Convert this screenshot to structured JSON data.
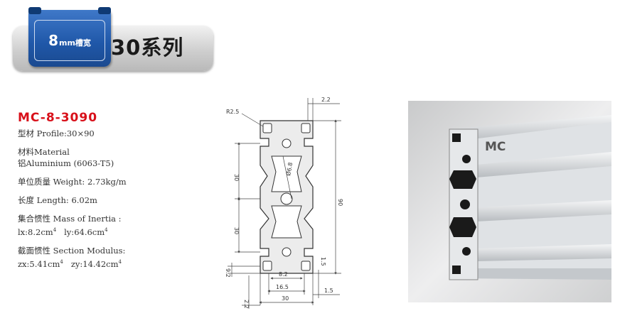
{
  "banner": {
    "slot_number": "8",
    "slot_unit": "mm槽宽",
    "series_title": "30系列"
  },
  "product": {
    "model": "MC-8-3090",
    "profile_label": "型材 Profile:",
    "profile_value": "30×90",
    "material_label_cn": "材料Material",
    "material_value": "铝Aluminium (6063-T5)",
    "weight_label": "单位质量 Weight:",
    "weight_value": "2.73kg/m",
    "length_label": "长度 Length:",
    "length_value": "6.02m",
    "inertia_label": "集合惯性 Mass of Inertia :",
    "inertia_lx_label": "lx:",
    "inertia_lx_value": "8.2cm",
    "inertia_ly_label": "ly:",
    "inertia_ly_value": "64.6cm",
    "section_label": "截面惯性 Section Modulus:",
    "section_zx_label": "zx:",
    "section_zx_value": "5.41cm",
    "section_zy_label": "zy:",
    "section_zy_value": "14.42cm",
    "exponent": "4"
  },
  "drawing": {
    "dim_top_slot": "2.2",
    "dim_radius": "R2.5",
    "dim_hole": "Ø6.8",
    "dim_pitch_1": "30",
    "dim_pitch_2": "30",
    "dim_height": "90",
    "dim_lip": "1.5",
    "dim_bottom_depth": "9.2",
    "dim_slot_width": "8.2",
    "dim_slot_inner": "16.5",
    "dim_width": "30",
    "dim_wall": "1.5",
    "dim_bottom_wall": "2.2"
  },
  "photo": {
    "brand_mark": "MC"
  },
  "colors": {
    "model_red": "#d8101a",
    "banner_blue": "#1f57a8"
  }
}
